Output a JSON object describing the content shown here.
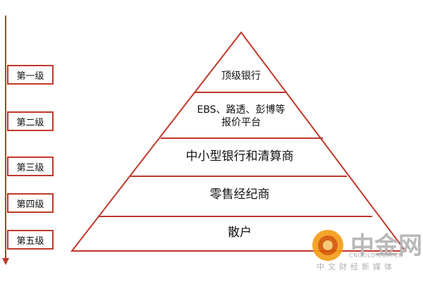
{
  "levels": [
    {
      "label": "第一级"
    },
    {
      "label": "第二级"
    },
    {
      "label": "第三级"
    },
    {
      "label": "第四级"
    },
    {
      "label": "第五级"
    }
  ],
  "tiers": [
    {
      "label": "顶级银行"
    },
    {
      "label": "EBS、路透、彭博等\n报价平台"
    },
    {
      "label": "中小型银行和清算商"
    },
    {
      "label": "零售经纪商"
    },
    {
      "label": "散户"
    }
  ],
  "watermark": {
    "logo_text": "中金网",
    "domain": "CNGOLD.COM.CN",
    "subtitle": "中文财经新媒体"
  },
  "colors": {
    "line": "#c0392b",
    "logo_orange": "#f39c12",
    "logo_red": "#d35400"
  }
}
